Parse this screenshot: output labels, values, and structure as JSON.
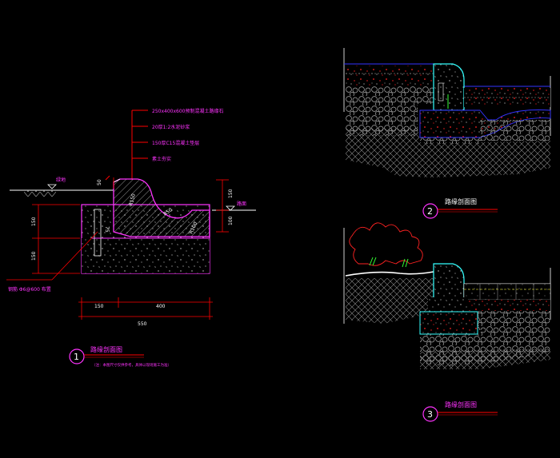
{
  "colors": {
    "background": "#000000",
    "dimension": "#ff0000",
    "magenta": "#ff33ff",
    "white": "#ffffff",
    "cyan": "#33ffff",
    "blue": "#3333ff",
    "yellow": "#ffff33",
    "green": "#33ff33",
    "gray": "#bbbbbb"
  },
  "detail1": {
    "layers": [
      "250x400x600预制混凝土路缘石",
      "20厚1:2水泥砂浆",
      "150厚C15混凝土垫层",
      "素土夯实"
    ],
    "ground_left": "绿地",
    "ground_right": "路面",
    "rebar_note": "钢筋 Φ6@600 布置",
    "dims": {
      "top_offset": "50",
      "right_top": "150",
      "right_bottom": "100",
      "left_top": "150",
      "left_bottom": "150",
      "width_a": "150",
      "width_b": "400",
      "total": "550",
      "slope": "75"
    },
    "radii": [
      "R150",
      "R50",
      "R100"
    ],
    "number": "1",
    "title": "路缘剖面图",
    "note": "（注：本图尺寸仅供参考，具体以现场施工为准）"
  },
  "detail2": {
    "number": "2",
    "title": "路缘剖面图"
  },
  "detail3": {
    "number": "3",
    "title": "路缘剖面图"
  }
}
